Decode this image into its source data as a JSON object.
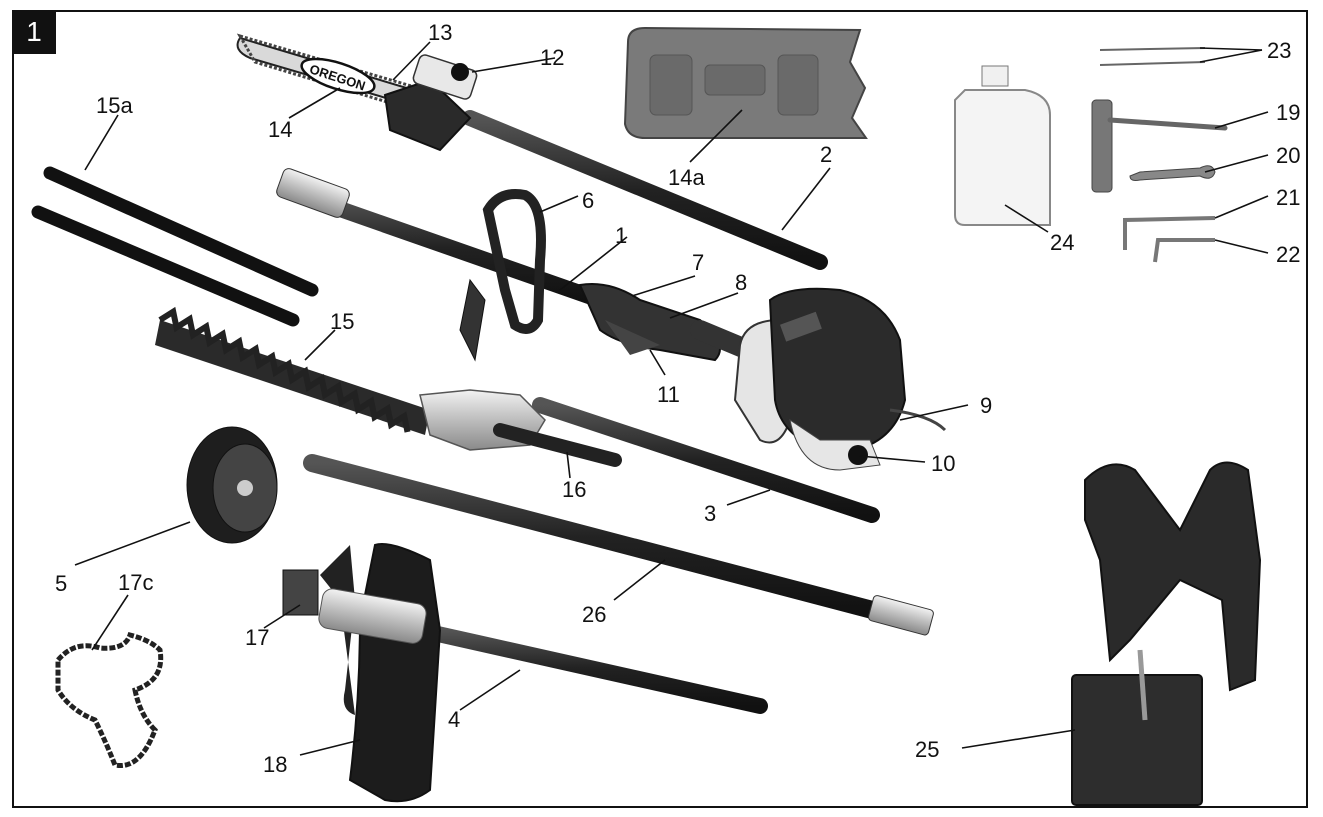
{
  "figure_number": "1",
  "logo_text": "OREGON",
  "labels": {
    "l1": "1",
    "l2": "2",
    "l3": "3",
    "l4": "4",
    "l5": "5",
    "l6": "6",
    "l7": "7",
    "l8": "8",
    "l9": "9",
    "l10": "10",
    "l11": "11",
    "l12": "12",
    "l13": "13",
    "l14": "14",
    "l14a": "14a",
    "l15": "15",
    "l15a": "15a",
    "l16": "16",
    "l17": "17",
    "l17c": "17c",
    "l18": "18",
    "l19": "19",
    "l20": "20",
    "l21": "21",
    "l22": "22",
    "l23": "23",
    "l24": "24",
    "l25": "25",
    "l26": "26"
  }
}
